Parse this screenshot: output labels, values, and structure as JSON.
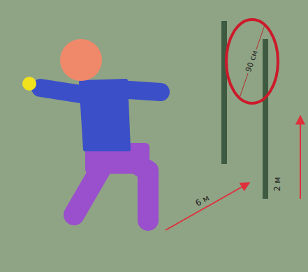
{
  "diagram": {
    "labels": [
      "90 см",
      "6 м",
      "2 м"
    ]
  }
}
